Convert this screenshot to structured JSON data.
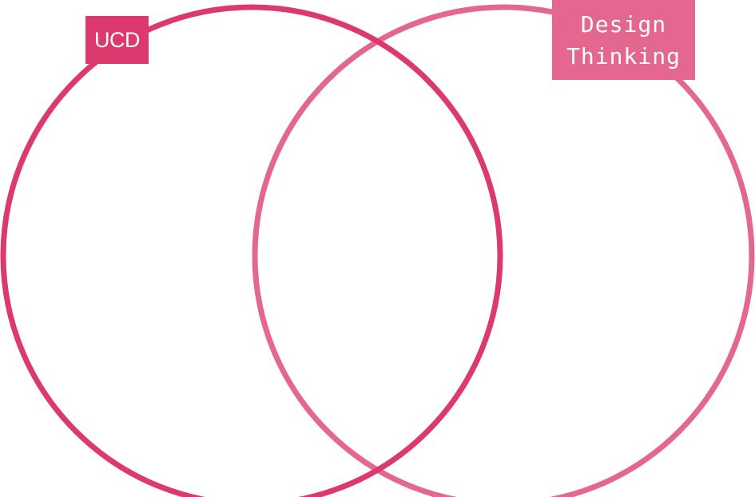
{
  "diagram": {
    "type": "venn",
    "sets": [
      {
        "id": "ucd",
        "label": "UCD",
        "color": "#DC3A6E"
      },
      {
        "id": "design-thinking",
        "label": "Design\nThinking",
        "color": "#E3678E"
      }
    ],
    "background": "#FFFFFF"
  }
}
